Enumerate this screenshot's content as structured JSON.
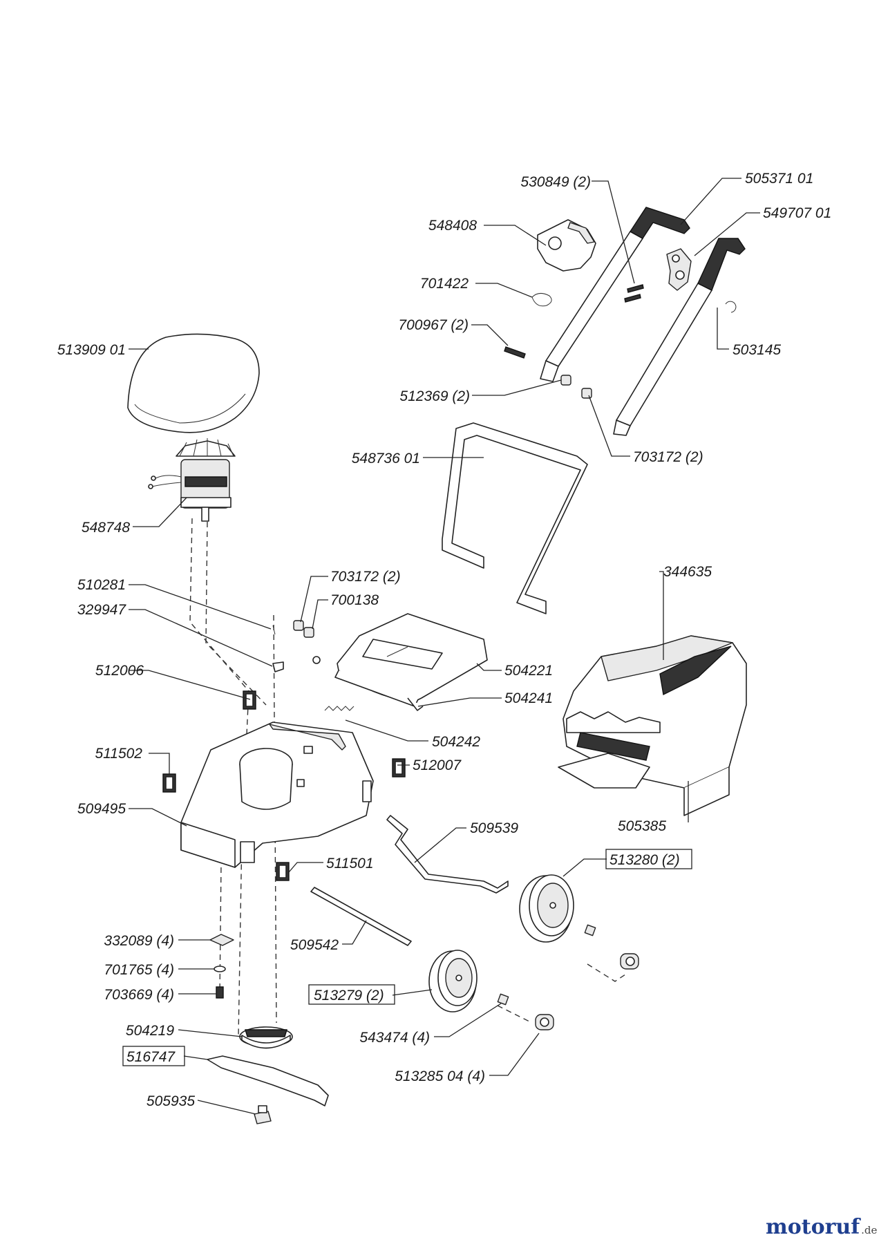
{
  "labels": {
    "p530849": "530849 (2)",
    "p505371": "505371 01",
    "p549707": "549707 01",
    "p548408": "548408",
    "p701422": "701422",
    "p700967": "700967 (2)",
    "p503145": "503145",
    "p512369": "512369 (2)",
    "p703172a": "703172 (2)",
    "p513909": "513909 01",
    "p548736": "548736 01",
    "p548748": "548748",
    "p344635": "344635",
    "p510281": "510281",
    "p703172b": "703172 (2)",
    "p700138": "700138",
    "p329947": "329947",
    "p504221": "504221",
    "p512006": "512006",
    "p504241": "504241",
    "p504242": "504242",
    "p511502": "511502",
    "p512007": "512007",
    "p509495": "509495",
    "p509539": "509539",
    "p505385": "505385",
    "p511501": "511501",
    "p513280": "513280 (2)",
    "p332089": "332089 (4)",
    "p509542": "509542",
    "p701765": "701765 (4)",
    "p703669": "703669 (4)",
    "p513279": "513279 (2)",
    "p504219": "504219",
    "p543474": "543474 (4)",
    "p516747": "516747",
    "p513285": "513285 04 (4)",
    "p505935": "505935"
  },
  "watermark": {
    "brand": "motoruf",
    "domain": ".de",
    "brand_color": "#1f3f8f"
  }
}
